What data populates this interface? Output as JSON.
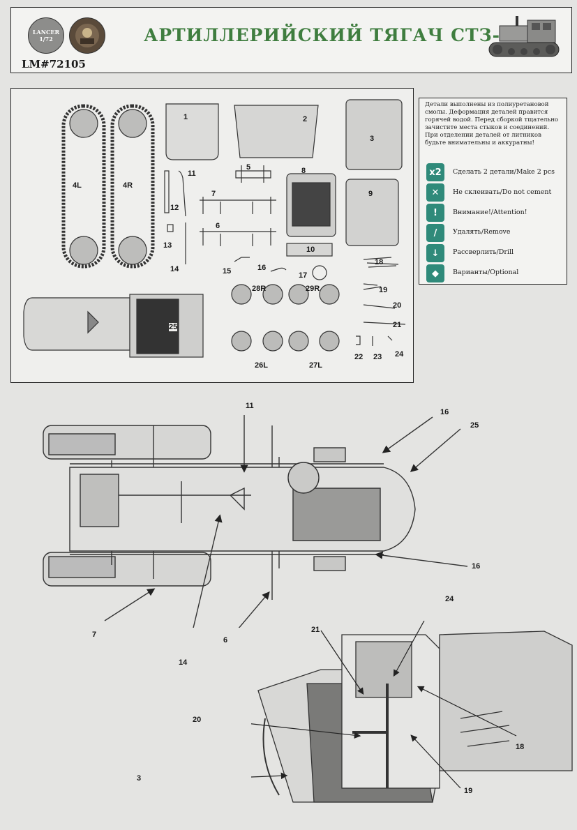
{
  "header": {
    "badge_brand": "LANCER",
    "badge_scale": "1/72",
    "kit_code": "LM#72105",
    "title": "АРТИЛЛЕРИЙСКИЙ ТЯГАЧ СТЗ-3"
  },
  "legend": {
    "notes": "Детали выполнены из полиуретановой смолы. Деформация деталей правится горячей водой. Перед сборкой тщательно зачистите места стыков и соединений. При отделении деталей от литников будьте внимательны и аккуратны!",
    "items": [
      {
        "icon": "x2",
        "label": "Сделать 2 детали/Make 2 pcs"
      },
      {
        "icon": "do-not-cement-icon",
        "label": "Не склеивать/Do not cement"
      },
      {
        "icon": "attention-icon",
        "label": "Внимание!/Attention!"
      },
      {
        "icon": "remove-icon",
        "label": "Удалять/Remove"
      },
      {
        "icon": "drill-icon",
        "label": "Рассверлить/Drill"
      },
      {
        "icon": "optional-icon",
        "label": "Варианты/Optional"
      }
    ]
  },
  "parts": [
    {
      "n": "1"
    },
    {
      "n": "2"
    },
    {
      "n": "3"
    },
    {
      "n": "4L"
    },
    {
      "n": "4R"
    },
    {
      "n": "5"
    },
    {
      "n": "6"
    },
    {
      "n": "7"
    },
    {
      "n": "8"
    },
    {
      "n": "9"
    },
    {
      "n": "10"
    },
    {
      "n": "11"
    },
    {
      "n": "12"
    },
    {
      "n": "13"
    },
    {
      "n": "14"
    },
    {
      "n": "15"
    },
    {
      "n": "16"
    },
    {
      "n": "17"
    },
    {
      "n": "18"
    },
    {
      "n": "19"
    },
    {
      "n": "20"
    },
    {
      "n": "21"
    },
    {
      "n": "22"
    },
    {
      "n": "23"
    },
    {
      "n": "24"
    },
    {
      "n": "25"
    },
    {
      "n": "26L"
    },
    {
      "n": "27L"
    },
    {
      "n": "28R"
    },
    {
      "n": "29R"
    }
  ],
  "chassis_callouts": [
    {
      "n": "11"
    },
    {
      "n": "16"
    },
    {
      "n": "25"
    },
    {
      "n": "16"
    },
    {
      "n": "7"
    },
    {
      "n": "14"
    },
    {
      "n": "6"
    }
  ],
  "cab_callouts": [
    {
      "n": "24"
    },
    {
      "n": "21"
    },
    {
      "n": "20"
    },
    {
      "n": "18"
    },
    {
      "n": "3"
    },
    {
      "n": "19"
    }
  ]
}
